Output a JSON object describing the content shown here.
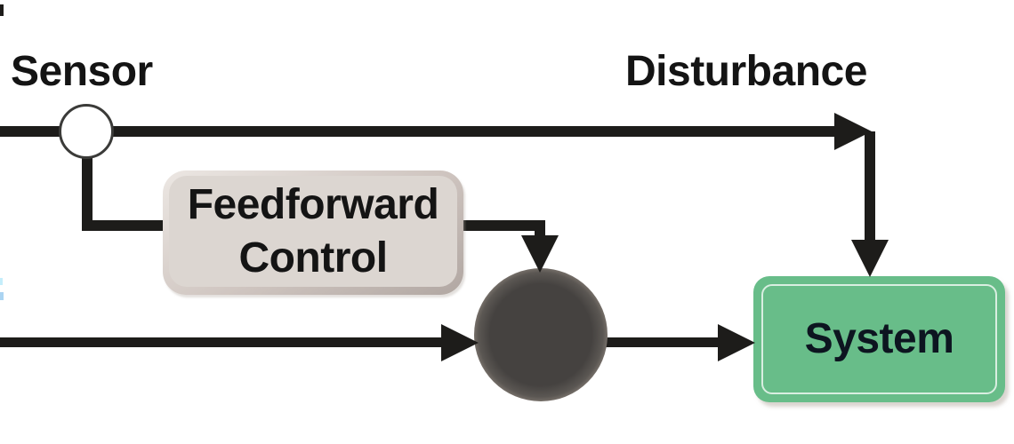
{
  "diagram": {
    "type": "control-block-diagram",
    "labels": {
      "sensor": "Sensor",
      "disturbance": "Disturbance",
      "feedforward_line1": "Feedforward",
      "feedforward_line2": "Control",
      "system": "System"
    },
    "nodes": [
      {
        "id": "sensor-node",
        "kind": "measurement-tap-circle"
      },
      {
        "id": "feedforward-control",
        "kind": "block",
        "text": "Feedforward Control"
      },
      {
        "id": "summing-junction",
        "kind": "junction-circle"
      },
      {
        "id": "system",
        "kind": "block",
        "text": "System"
      }
    ],
    "edges": [
      {
        "from": "left-edge",
        "to": "system",
        "via": "disturbance-path",
        "label": "Disturbance"
      },
      {
        "from": "sensor-node",
        "to": "feedforward-control"
      },
      {
        "from": "feedforward-control",
        "to": "summing-junction"
      },
      {
        "from": "left-edge",
        "to": "summing-junction"
      },
      {
        "from": "summing-junction",
        "to": "system"
      }
    ],
    "colors": {
      "bg_color": "#ffffff",
      "line_color": "#1d1c1a",
      "label_color": "#141414",
      "sensor_border": "#3b3b39",
      "ff_fill": "#dcd6d1",
      "ff_rim": "#b1a7a2",
      "junction_core": "#454240",
      "junction_halo": "#f2e5d2",
      "system_fill": "#68bd89",
      "system_text": "#0d1520",
      "cyan_fragment_1": "#c5eefb",
      "cyan_fragment_2": "#abd4f2"
    }
  }
}
